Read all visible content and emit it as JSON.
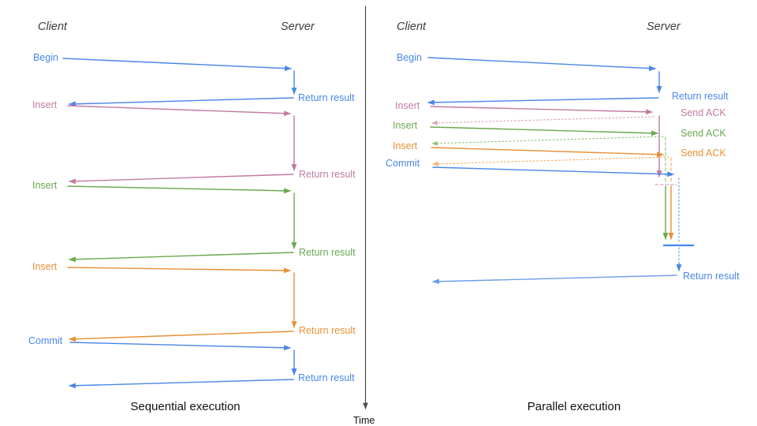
{
  "colors": {
    "blue": "#4a86e8",
    "lblue": "#6d9eeb",
    "pink": "#c27ba0",
    "pinkl": "#d5a6bd",
    "green": "#6aa84f",
    "greenl": "#93c47d",
    "orange": "#e69138",
    "orangel": "#f6b26b",
    "axis": "#4d4d4d",
    "heading": "#3d3d3d",
    "caption": "#111111"
  },
  "timeline": {
    "label": "Time"
  },
  "panels": [
    {
      "name": "sequential",
      "caption": "Sequential execution",
      "client_header": "Client",
      "server_header": "Server",
      "messages": [
        {
          "request": "Begin",
          "response": "Return result",
          "color": "blue"
        },
        {
          "request": "Insert",
          "response": "Return result",
          "color": "pink"
        },
        {
          "request": "Insert",
          "response": "Return result",
          "color": "green"
        },
        {
          "request": "Insert",
          "response": "Return result",
          "color": "orange"
        },
        {
          "request": "Commit",
          "response": "Return result",
          "color": "blue"
        }
      ]
    },
    {
      "name": "parallel",
      "caption": "Parallel execution",
      "client_header": "Client",
      "server_header": "Server",
      "messages": [
        {
          "request": "Begin",
          "response": "Return result",
          "color": "blue"
        },
        {
          "request": "Insert",
          "response": "Send ACK",
          "color": "pink"
        },
        {
          "request": "Insert",
          "response": "Send ACK",
          "color": "green"
        },
        {
          "request": "Insert",
          "response": "Send ACK",
          "color": "orange"
        },
        {
          "request": "Commit",
          "color": "blue"
        }
      ],
      "final_response": "Return result"
    }
  ]
}
